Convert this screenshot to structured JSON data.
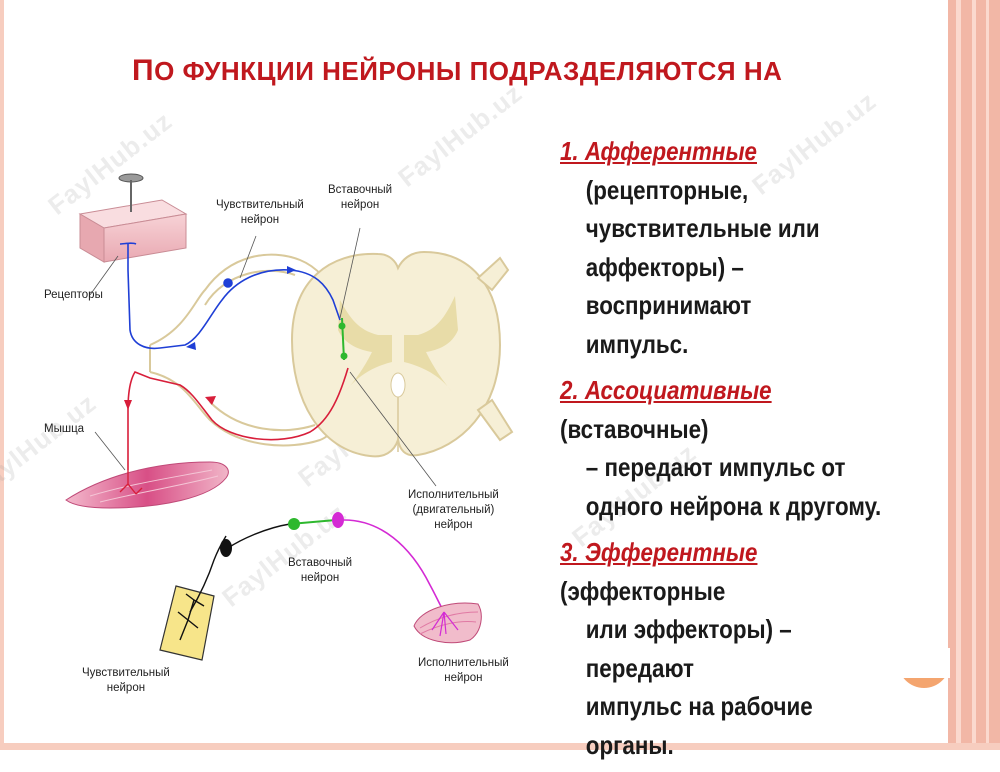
{
  "slide": {
    "title_first_letter": "П",
    "title_rest": "О ФУНКЦИИ НЕЙРОНЫ ПОДРАЗДЕЛЯЮТСЯ НА",
    "list": [
      {
        "head": "1. Афферентные",
        "text_lines": [
          "(рецепторные,",
          "чувствительные или",
          "аффекторы) – воспринимают",
          "импульс."
        ]
      },
      {
        "head": "2. Ассоциативные",
        "head_tail": " (вставочные)",
        "text_lines": [
          "– передают импульс от",
          "одного нейрона к другому."
        ]
      },
      {
        "head": "3. Эфферентные",
        "head_tail": " (эффекторные",
        "text_lines": [
          "или эффекторы) – передают",
          "импульс на рабочие органы."
        ]
      }
    ]
  },
  "diagram": {
    "labels": {
      "receptors": "Рецепторы",
      "sensory_neuron_top_1": "Чувствительный",
      "sensory_neuron_top_2": "нейрон",
      "intercalary_top_1": "Вставочный",
      "intercalary_top_2": "нейрон",
      "muscle": "Мышца",
      "motor_1": "Исполнительный",
      "motor_2": "(двигательный)",
      "motor_3": "нейрон",
      "intercalary_bottom_1": "Вставочный",
      "intercalary_bottom_2": "нейрон",
      "sensory_bottom_1": "Чувствительный",
      "sensory_bottom_2": "нейрон",
      "executive_bottom_1": "Исполнительный",
      "executive_bottom_2": "нейрон"
    },
    "colors": {
      "sensory_path": "#1f3fd6",
      "motor_path": "#d81e3a",
      "intercalary": "#2eb82e",
      "motor_bottom": "#d42ad4",
      "title_red": "#c0181e"
    }
  },
  "watermark": {
    "text": "FaylHub.uz"
  }
}
